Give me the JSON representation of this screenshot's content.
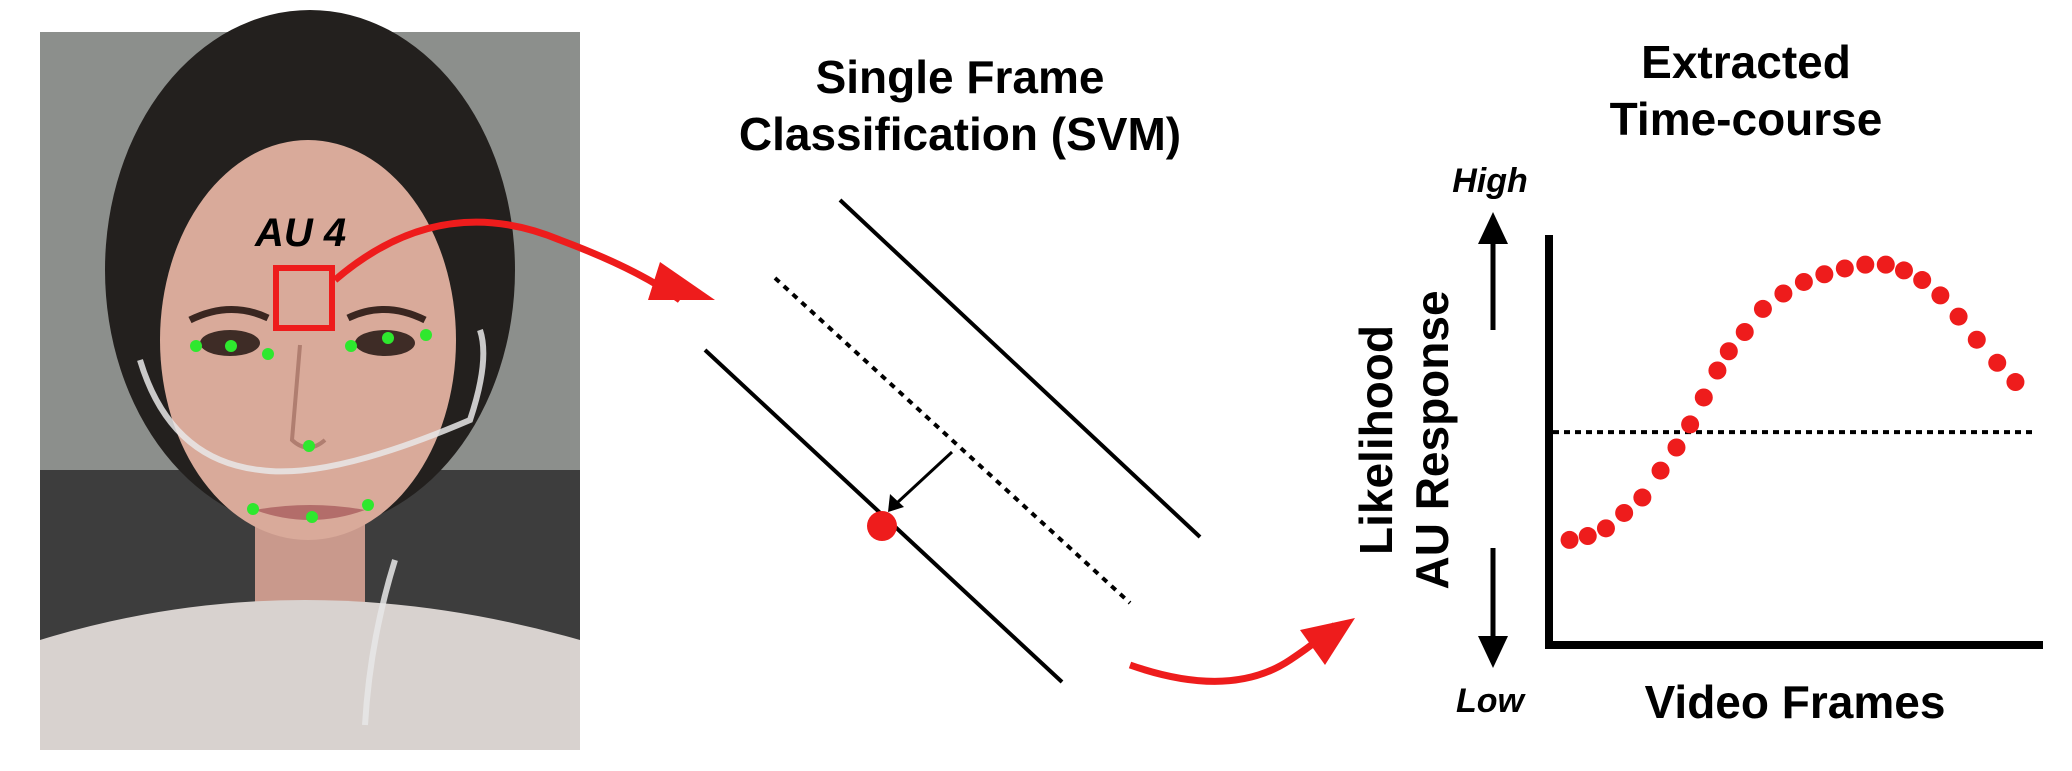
{
  "photo": {
    "au_label": "AU 4"
  },
  "svm_panel": {
    "title_line1": "Single Frame",
    "title_line2": "Classification (SVM)"
  },
  "timecourse_panel": {
    "title_line1": "Extracted",
    "title_line2": "Time-course",
    "high_label": "High",
    "low_label": "Low",
    "ylabel_line1": "Likelihood",
    "ylabel_line2": "AU Response",
    "xlabel": "Video Frames"
  },
  "colors": {
    "accent_red": "#ee1c1c",
    "landmark_green": "#2ee82e",
    "ink": "#000000"
  },
  "icons": {
    "flow_arrows": "curved-arrow-icon",
    "axis_arrows": "vertical-arrow-icon"
  },
  "chart_data": {
    "type": "scatter",
    "title": "Extracted Time-course",
    "xlabel": "Video Frames",
    "ylabel": "Likelihood AU Response",
    "xlim": [
      0,
      10
    ],
    "ylim": [
      0,
      10
    ],
    "threshold": 5.4,
    "grid": false,
    "x": [
      0.1,
      0.5,
      0.9,
      1.3,
      1.7,
      2.1,
      2.45,
      2.75,
      3.05,
      3.35,
      3.6,
      3.95,
      4.35,
      4.8,
      5.25,
      5.7,
      6.15,
      6.6,
      7.05,
      7.45,
      7.85,
      8.25,
      8.65,
      9.05,
      9.5,
      9.9
    ],
    "y": [
      2.6,
      2.7,
      2.9,
      3.3,
      3.7,
      4.4,
      5.0,
      5.6,
      6.3,
      7.0,
      7.5,
      8.0,
      8.6,
      9.0,
      9.3,
      9.5,
      9.65,
      9.75,
      9.75,
      9.6,
      9.35,
      8.95,
      8.4,
      7.8,
      7.2,
      6.7
    ]
  }
}
